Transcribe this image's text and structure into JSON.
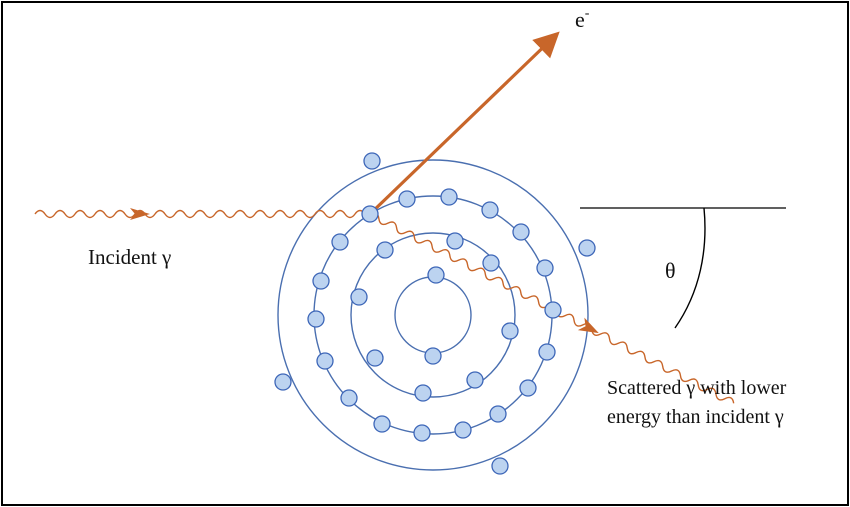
{
  "labels": {
    "electron": "e",
    "electron_superscript": "-",
    "incident": "Incident γ",
    "scattered_line1": "Scattered γ with lower",
    "scattered_line2": "energy than incident γ",
    "angle": "θ"
  },
  "colors": {
    "photon": "#c8662a",
    "orbit": "#4a6fb0",
    "electron_fill": "#bcd3f0",
    "electron_stroke": "#3d66b8",
    "reference_line": "#000000",
    "frame": "#000000"
  },
  "atom": {
    "shell_count": 4,
    "electrons_per_shell": [
      2,
      8,
      18,
      4
    ]
  }
}
